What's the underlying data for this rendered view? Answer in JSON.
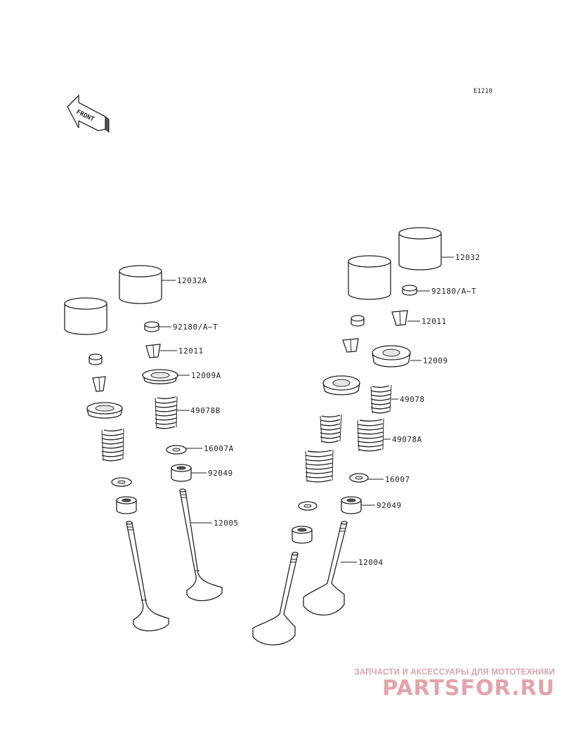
{
  "diagram": {
    "code": "E1210",
    "front_label": "FRONT",
    "labels": [
      {
        "id": "12032A",
        "text": "12032A"
      },
      {
        "id": "92180a-left",
        "text": "92180/A~T"
      },
      {
        "id": "12011-left",
        "text": "12011"
      },
      {
        "id": "12009A",
        "text": "12009A"
      },
      {
        "id": "49078B",
        "text": "49078B"
      },
      {
        "id": "16007A",
        "text": "16007A"
      },
      {
        "id": "92049-left",
        "text": "92049"
      },
      {
        "id": "12005",
        "text": "12005"
      },
      {
        "id": "12032",
        "text": "12032"
      },
      {
        "id": "92180a-right",
        "text": "92180/A~T"
      },
      {
        "id": "12011-right",
        "text": "12011"
      },
      {
        "id": "12009",
        "text": "12009"
      },
      {
        "id": "49078",
        "text": "49078"
      },
      {
        "id": "49078A",
        "text": "49078A"
      },
      {
        "id": "16007",
        "text": "16007"
      },
      {
        "id": "92049-right",
        "text": "92049"
      },
      {
        "id": "12004",
        "text": "12004"
      }
    ]
  },
  "watermark": {
    "tagline": "ЗАПЧАСТИ И АКСЕССУАРЫ ДЛЯ МОТОТЕХНИКИ",
    "logo": "PARTSFOR.RU"
  }
}
